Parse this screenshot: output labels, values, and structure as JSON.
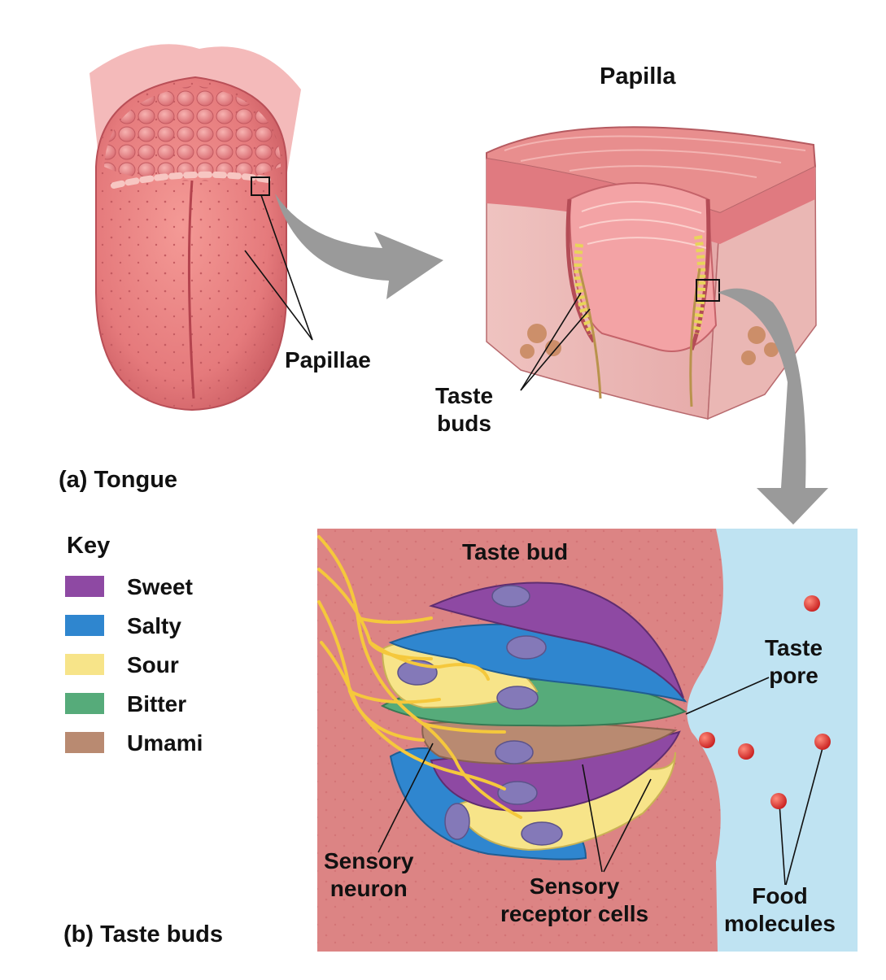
{
  "labels": {
    "papilla": "Papilla",
    "papillae": "Papillae",
    "taste_buds_callout": "Taste\nbuds",
    "panel_a": "(a) Tongue",
    "panel_b": "(b) Taste buds",
    "taste_bud": "Taste bud",
    "taste_pore": "Taste\npore",
    "sensory_neuron": "Sensory\nneuron",
    "sensory_receptor_cells": "Sensory\nreceptor cells",
    "food_molecules": "Food\nmolecules"
  },
  "key": {
    "title": "Key",
    "items": [
      {
        "label": "Sweet",
        "color": "#8e49a3"
      },
      {
        "label": "Salty",
        "color": "#2f86cf"
      },
      {
        "label": "Sour",
        "color": "#f7e489"
      },
      {
        "label": "Bitter",
        "color": "#56ab7a"
      },
      {
        "label": "Umami",
        "color": "#b98a71"
      }
    ]
  },
  "colors": {
    "tongue": "#ea7d7d",
    "tissue": "#dc8484",
    "fluid": "#bfe3f2",
    "arrow": "#9a9a9a",
    "nerve": "#f5c83c",
    "food_molecule": "#e02a2a"
  }
}
